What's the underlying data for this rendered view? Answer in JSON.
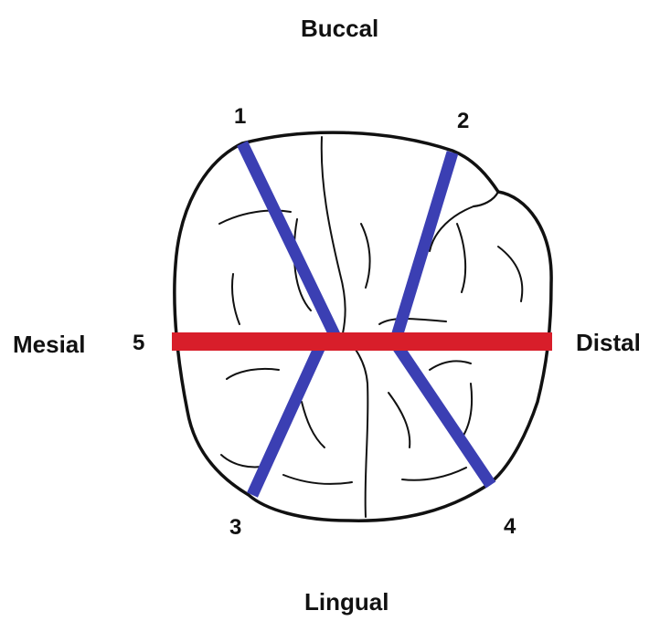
{
  "orientation": {
    "top": "Buccal",
    "bottom": "Lingual",
    "left": "Mesial",
    "right": "Distal"
  },
  "lines": [
    {
      "number": "1",
      "color": "#3b3fb3"
    },
    {
      "number": "2",
      "color": "#3b3fb3"
    },
    {
      "number": "3",
      "color": "#3b3fb3"
    },
    {
      "number": "4",
      "color": "#3b3fb3"
    },
    {
      "number": "5",
      "color": "#d81e2a"
    }
  ],
  "outline_color": "#111111"
}
